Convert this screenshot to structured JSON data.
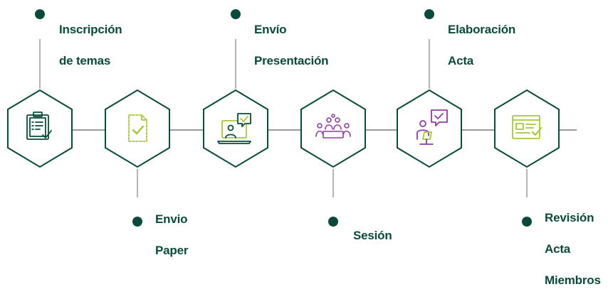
{
  "colors": {
    "hex_stroke": "#0b4a3a",
    "connector": "#9a9a9a",
    "icon_dark": "#0b4a3a",
    "icon_lime": "#a6c63a",
    "icon_purple": "#8b3fa0",
    "text": "#0b4a3a"
  },
  "steps": [
    {
      "lines": [
        "Inscripción",
        "de temas"
      ],
      "icon": "clipboard-checklist-icon",
      "icon_color": "dark",
      "position": "top"
    },
    {
      "lines": [
        "Envio",
        "Paper"
      ],
      "icon": "document-check-icon",
      "icon_color": "lime",
      "position": "bottom"
    },
    {
      "lines": [
        "Envío",
        "Presentación"
      ],
      "icon": "presentation-laptop-icon",
      "icon_color": "lime-dark",
      "position": "top"
    },
    {
      "lines": [
        "Sesión"
      ],
      "icon": "meeting-table-icon",
      "icon_color": "purple",
      "position": "bottom"
    },
    {
      "lines": [
        "Elaboración",
        "Acta"
      ],
      "icon": "speaker-chat-icon",
      "icon_color": "purple",
      "position": "top"
    },
    {
      "lines": [
        "Revisión",
        "Acta",
        "Miembros"
      ],
      "icon": "document-review-icon",
      "icon_color": "lime",
      "position": "bottom"
    }
  ]
}
